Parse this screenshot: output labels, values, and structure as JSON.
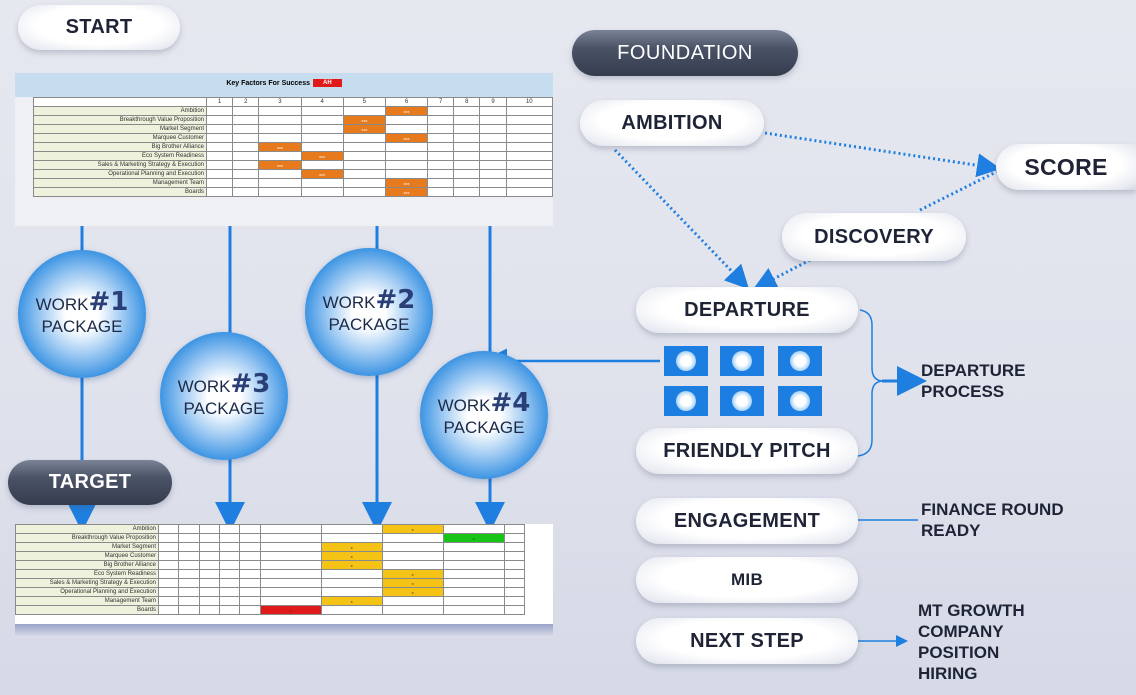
{
  "pills": {
    "start": "START",
    "target": "TARGET",
    "foundation": "FOUNDATION",
    "ambition": "AMBITION",
    "score": "SCORE",
    "discovery": "DISCOVERY",
    "departure": "DEPARTURE",
    "friendly_pitch": "FRIENDLY PITCH",
    "engagement": "ENGAGEMENT",
    "mib": "MIB",
    "next_step": "NEXT STEP"
  },
  "work_packages": [
    {
      "line1": "WORK",
      "num": "#1",
      "line2": "PACKAGE"
    },
    {
      "line1": "WORK",
      "num": "#2",
      "line2": "PACKAGE"
    },
    {
      "line1": "WORK",
      "num": "#3",
      "line2": "PACKAGE"
    },
    {
      "line1": "WORK",
      "num": "#4",
      "line2": "PACKAGE"
    }
  ],
  "labels": {
    "departure_process": [
      "DEPARTURE",
      "PROCESS"
    ],
    "finance_round": [
      "FINANCE ROUND",
      "READY"
    ],
    "mt_growth": [
      "MT GROWTH",
      "COMPANY",
      "POSITION",
      "HIRING"
    ]
  },
  "start_table": {
    "header": "Key Factors For Success",
    "header_badge": "AH",
    "columns": [
      "1",
      "2",
      "3",
      "4",
      "5",
      "6",
      "7",
      "8",
      "9",
      "10"
    ],
    "rows": [
      {
        "label": "Ambition",
        "col": 6
      },
      {
        "label": "Breakthrough Value Proposition",
        "col": 5
      },
      {
        "label": "Market Segment",
        "col": 5
      },
      {
        "label": "Marquee Customer",
        "col": 6
      },
      {
        "label": "Big Brother Alliance",
        "col": 3
      },
      {
        "label": "Eco System Readiness",
        "col": 4
      },
      {
        "label": "Sales & Marketing Strategy & Execution",
        "col": 3
      },
      {
        "label": "Operational Planning and Execution",
        "col": 4
      },
      {
        "label": "Management Team",
        "col": 6
      },
      {
        "label": "Boards",
        "col": 6
      }
    ],
    "mark": "xxx"
  },
  "target_table": {
    "rows": [
      {
        "label": "Ambition",
        "col": 8,
        "color": "yellow"
      },
      {
        "label": "Breakthrough Value Proposition",
        "col": 9,
        "color": "green"
      },
      {
        "label": "Market Segment",
        "col": 7,
        "color": "yellow"
      },
      {
        "label": "Marquee Customer",
        "col": 7,
        "color": "yellow"
      },
      {
        "label": "Big Brother Alliance",
        "col": 7,
        "color": "yellow"
      },
      {
        "label": "Eco System Readiness",
        "col": 8,
        "color": "yellow"
      },
      {
        "label": "Sales & Marketing Strategy & Execution",
        "col": 8,
        "color": "yellow"
      },
      {
        "label": "Operational Planning and Execution",
        "col": 8,
        "color": "yellow"
      },
      {
        "label": "Management Team",
        "col": 7,
        "color": "yellow"
      },
      {
        "label": "Boards",
        "col": 6,
        "color": "red"
      }
    ],
    "mark": "x"
  },
  "colors": {
    "arrow_blue": "#1f7fe0",
    "circle_blue": "#1d78d2",
    "table_orange": "#e87a1e",
    "table_yellow": "#f5c216",
    "table_green": "#19c419",
    "table_red": "#e01a1a"
  }
}
